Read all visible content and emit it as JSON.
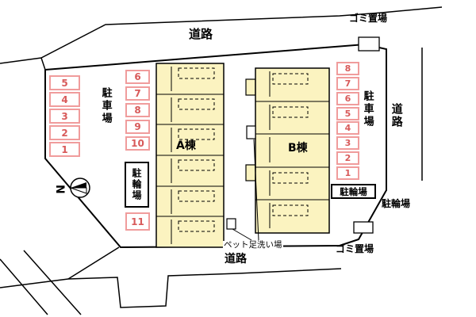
{
  "site_plan": {
    "roads": {
      "top": "道路",
      "bottom": "道路",
      "right": "道路"
    },
    "garbage": {
      "top": "ゴミ置場",
      "bottom": "ゴミ置場"
    },
    "parking_labels": {
      "left": "駐車場",
      "right": "駐車場"
    },
    "bicycle_labels": {
      "middle": "駐輪場",
      "right_inner": "駐輪場",
      "right_outer": "駐輪場"
    },
    "pet_wash_label": "ペット足洗い場",
    "north_label": "N",
    "buildings": [
      {
        "name": "A棟"
      },
      {
        "name": "B棟"
      }
    ],
    "parking_spots": {
      "left_column": [
        "5",
        "4",
        "3",
        "2",
        "1"
      ],
      "middle_column": [
        "6",
        "7",
        "8",
        "9",
        "10",
        "11"
      ],
      "right_column": [
        "8",
        "7",
        "6",
        "5",
        "4",
        "3",
        "2",
        "1"
      ]
    },
    "colors": {
      "background": "#FFFFFF",
      "line": "#000000",
      "building_fill": "#FBF3C0",
      "parking_border": "#F09C9C",
      "parking_number": "#D85A5A"
    }
  }
}
